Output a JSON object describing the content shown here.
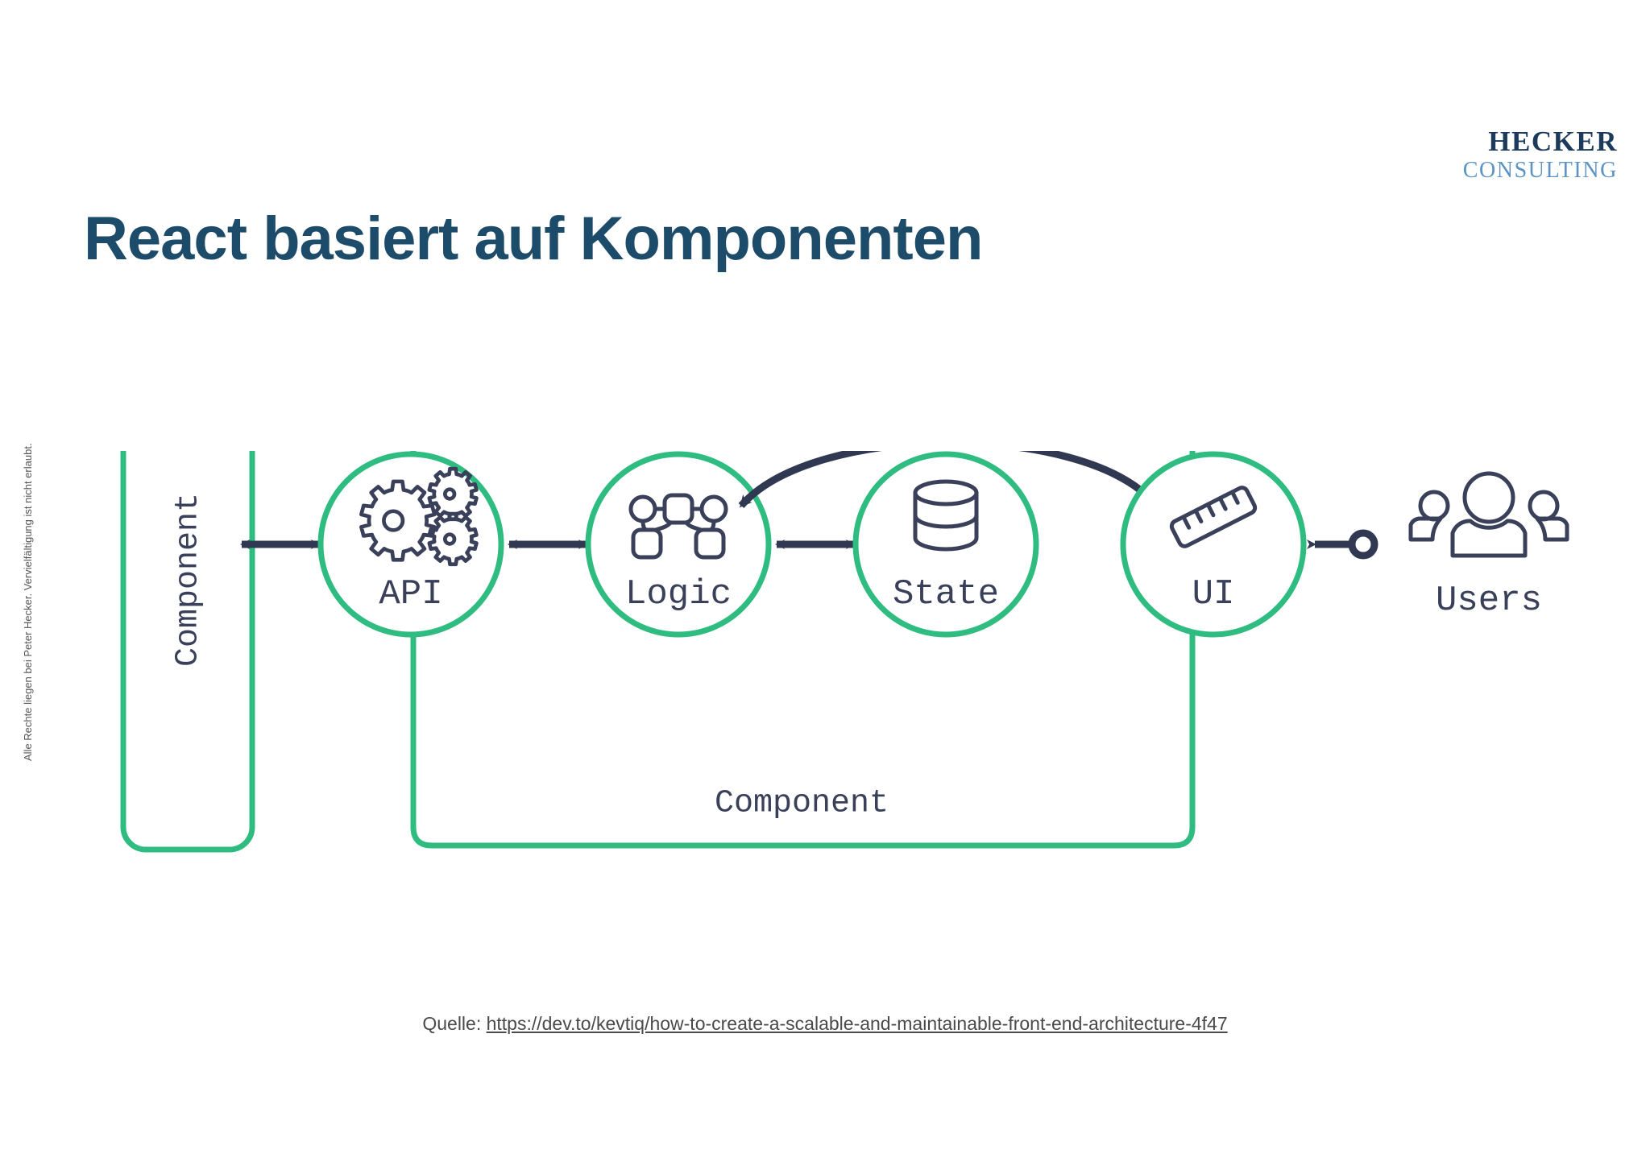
{
  "brand": {
    "line1": "HECKER",
    "line2": "CONSULTING"
  },
  "title": "React basiert auf Komponenten",
  "copyright": "Alle Rechte liegen bei Peter Hecker. Vervielfältigung ist nicht erlaubt.",
  "colors": {
    "green": "#2FBC81",
    "navy": "#3A4059",
    "title_navy": "#1D4C6B",
    "logo_dark": "#1B3A5C",
    "logo_light": "#5D94C4",
    "background": "#FFFFFF"
  },
  "diagram": {
    "outer_component_label": "Component",
    "inner_component_label": "Component",
    "nodes": [
      {
        "id": "api",
        "label": "API",
        "icon": "gears-icon"
      },
      {
        "id": "logic",
        "label": "Logic",
        "icon": "node-graph-icon"
      },
      {
        "id": "state",
        "label": "State",
        "icon": "database-icon"
      },
      {
        "id": "ui",
        "label": "UI",
        "icon": "ruler-icon"
      }
    ],
    "actor": {
      "id": "users",
      "label": "Users",
      "icon": "users-group-icon"
    },
    "connections": [
      {
        "from": "Component",
        "to": "API",
        "kind": "bidirectional"
      },
      {
        "from": "API",
        "to": "Logic",
        "kind": "bidirectional"
      },
      {
        "from": "Logic",
        "to": "State",
        "kind": "bidirectional"
      },
      {
        "from": "Logic",
        "to": "UI",
        "kind": "bidirectional-curved"
      },
      {
        "from": "Users",
        "to": "UI",
        "kind": "single"
      }
    ]
  },
  "source": {
    "prefix": "Quelle: ",
    "url": "https://dev.to/kevtiq/how-to-create-a-scalable-and-maintainable-front-end-architecture-4f47"
  }
}
